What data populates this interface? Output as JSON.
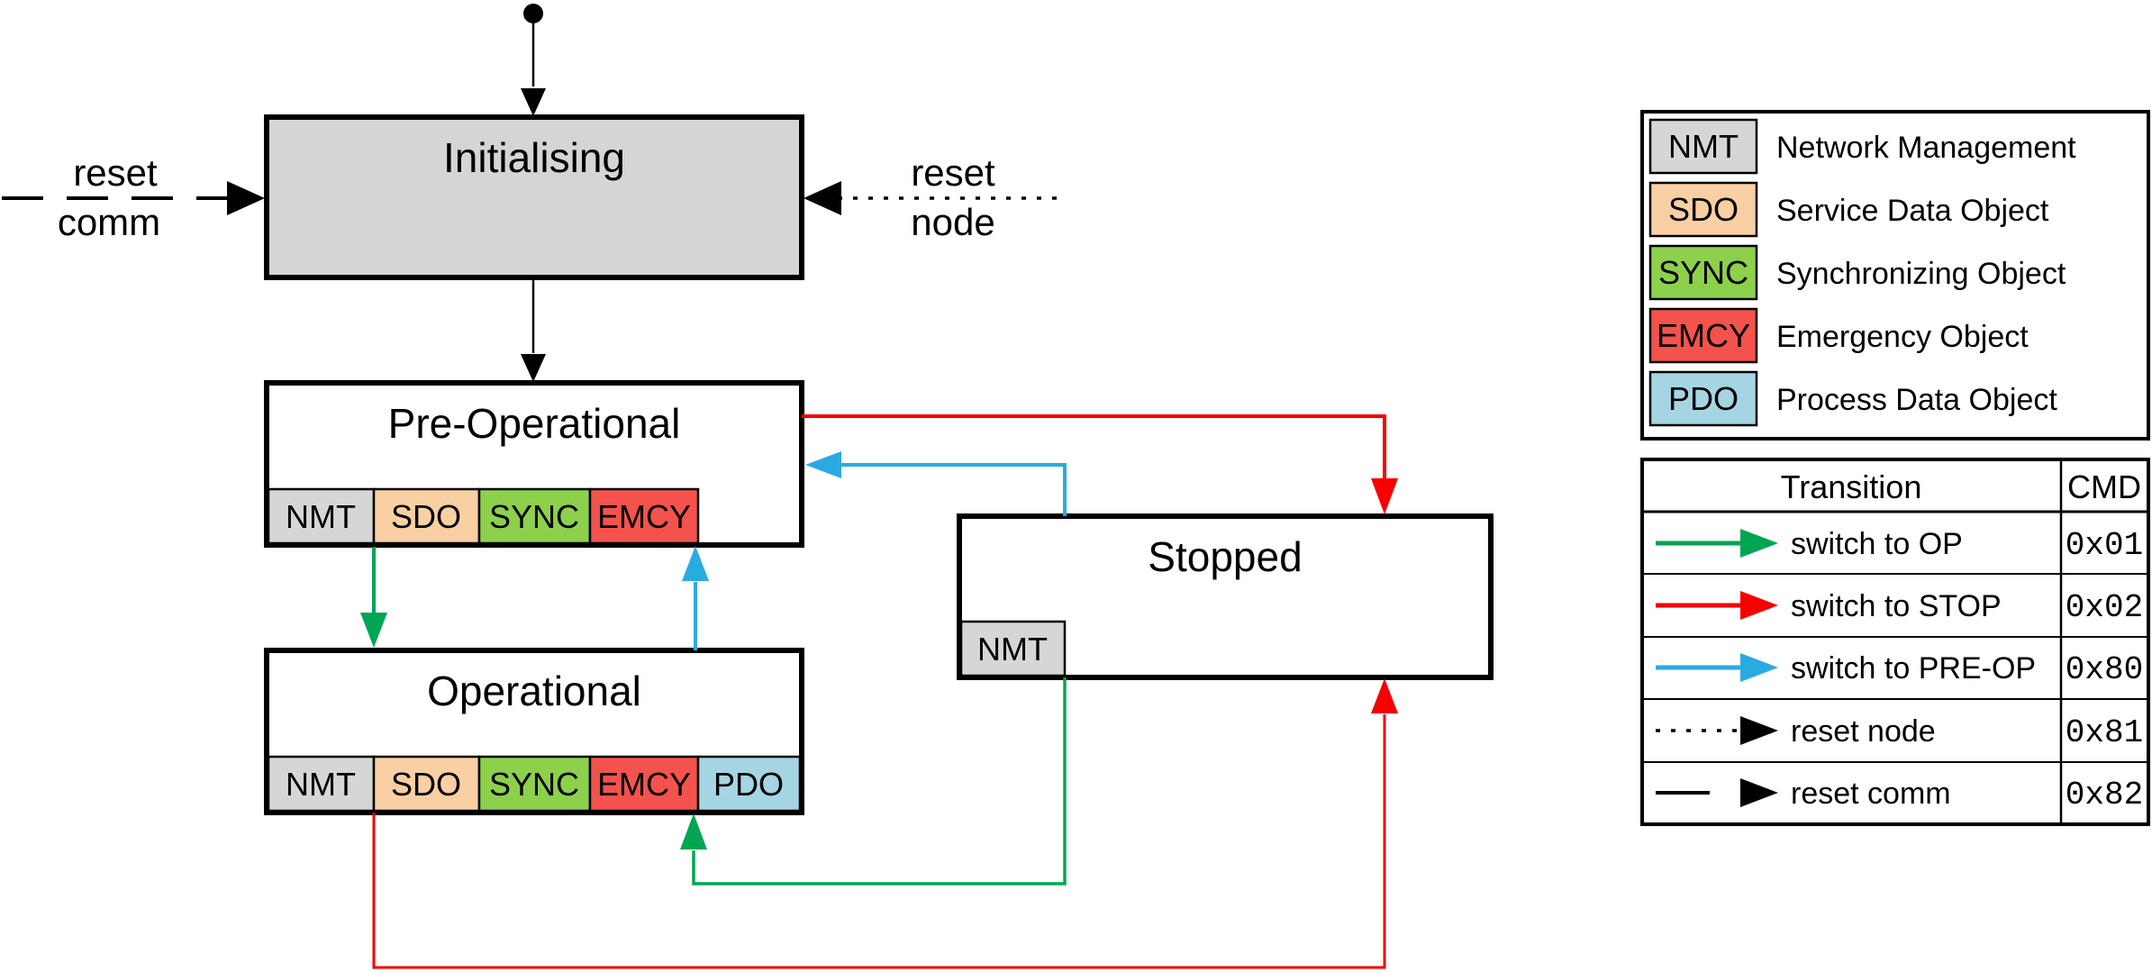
{
  "colors": {
    "green": "#00a651",
    "red": "#f60000",
    "blue": "#29abe2",
    "state_fill": "#d5d5d5",
    "chip_gray": "#d6d6d6",
    "chip_peach": "#f9cfa4",
    "chip_green": "#8dd04c",
    "chip_red": "#f4524d",
    "chip_blue": "#a5d5e3"
  },
  "states": {
    "initialising": {
      "label": "Initialising"
    },
    "pre_operational": {
      "label": "Pre-Operational",
      "tags": [
        "NMT",
        "SDO",
        "SYNC",
        "EMCY"
      ]
    },
    "operational": {
      "label": "Operational",
      "tags": [
        "NMT",
        "SDO",
        "SYNC",
        "EMCY",
        "PDO"
      ]
    },
    "stopped": {
      "label": "Stopped",
      "tags": [
        "NMT"
      ]
    }
  },
  "transitions": {
    "reset_comm": {
      "line1": "reset",
      "line2": "comm"
    },
    "reset_node": {
      "line1": "reset",
      "line2": "node"
    }
  },
  "legend": {
    "rows": [
      {
        "abbr": "NMT",
        "label": "Network Management"
      },
      {
        "abbr": "SDO",
        "label": "Service Data Object"
      },
      {
        "abbr": "SYNC",
        "label": "Synchronizing Object"
      },
      {
        "abbr": "EMCY",
        "label": "Emergency Object"
      },
      {
        "abbr": "PDO",
        "label": "Process Data Object"
      }
    ]
  },
  "transition_table": {
    "header": {
      "transition": "Transition",
      "cmd": "CMD"
    },
    "rows": [
      {
        "label": "switch to OP",
        "cmd": "0x01",
        "arrow": "green-solid-arrow"
      },
      {
        "label": "switch to STOP",
        "cmd": "0x02",
        "arrow": "red-solid-arrow"
      },
      {
        "label": "switch to PRE-OP",
        "cmd": "0x80",
        "arrow": "blue-solid-arrow"
      },
      {
        "label": "reset node",
        "cmd": "0x81",
        "arrow": "black-dotted-arrow"
      },
      {
        "label": "reset comm",
        "cmd": "0x82",
        "arrow": "black-dashed-arrow"
      }
    ]
  }
}
